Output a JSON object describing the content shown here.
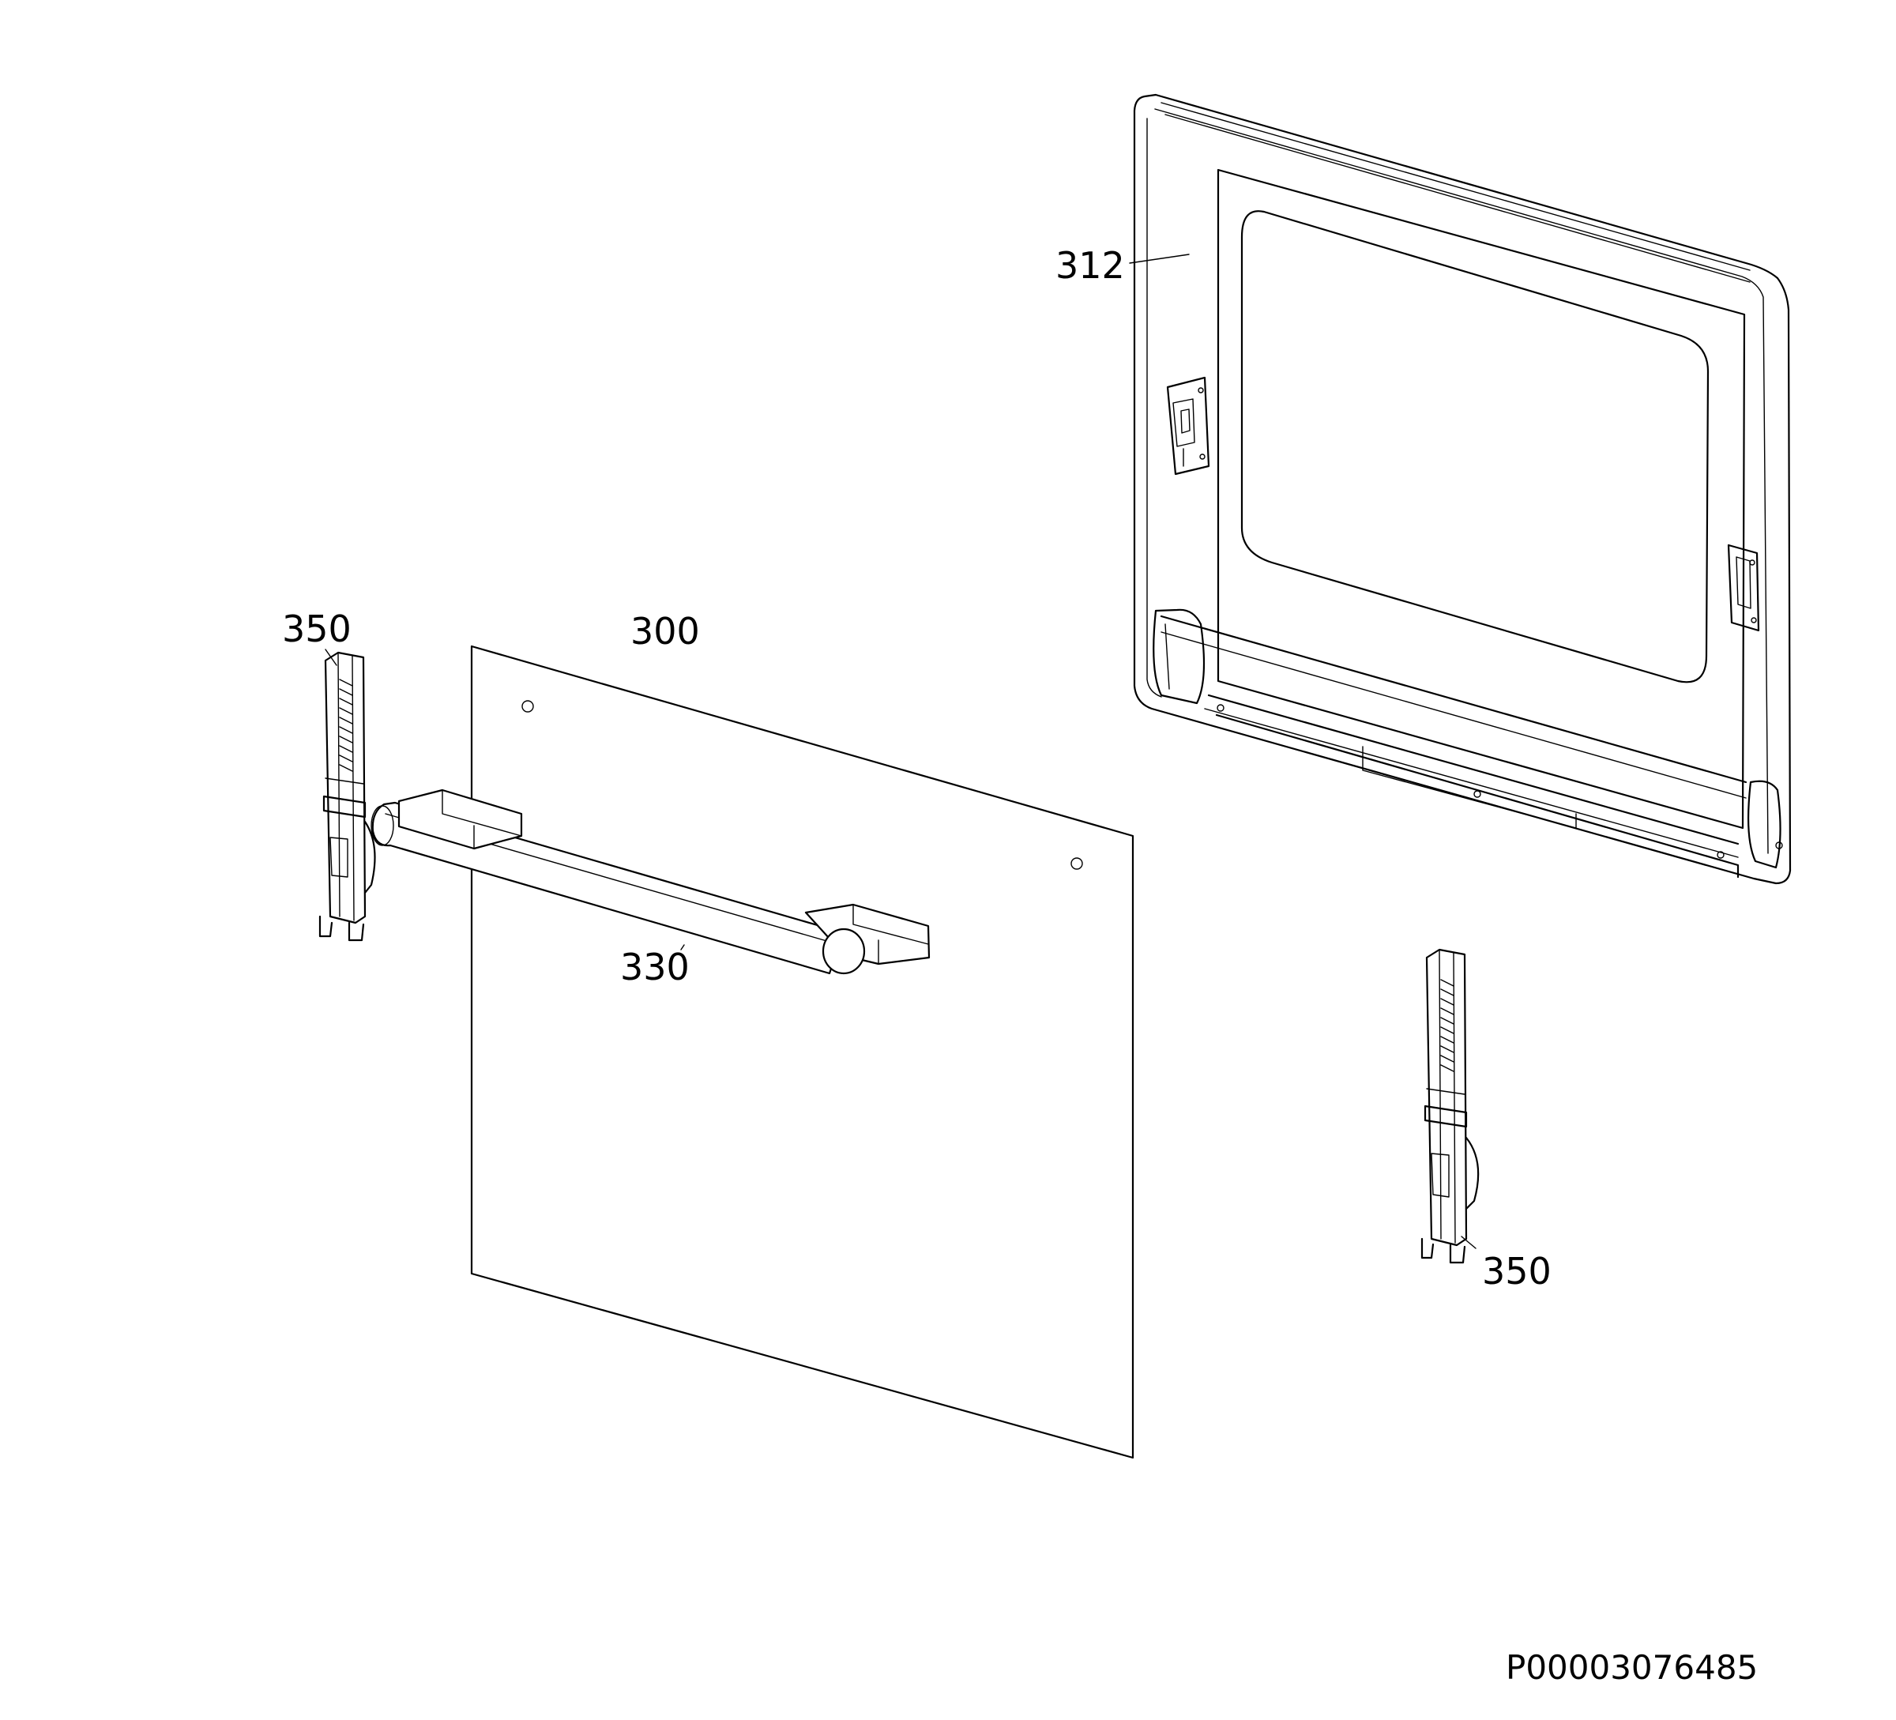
{
  "labels": {
    "door_frame": "312",
    "outer_glass": "300",
    "left_hinge": "350",
    "right_hinge": "350",
    "handle": "330"
  },
  "drawing_id": "P00003076485"
}
